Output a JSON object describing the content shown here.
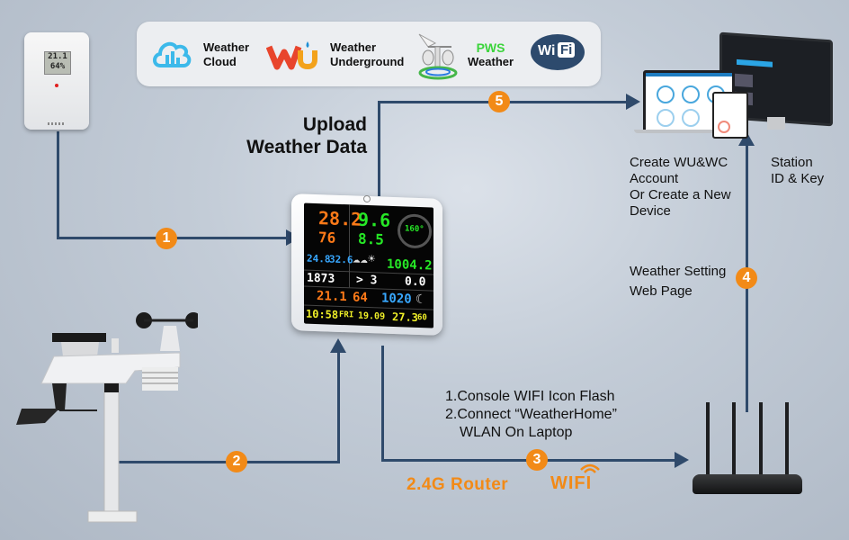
{
  "services": [
    {
      "name": "Weather Cloud",
      "line1": "Weather",
      "line2": "Cloud",
      "icon": "weather-cloud-logo"
    },
    {
      "name": "Weather Underground",
      "line1": "Weather",
      "line2": "Underground",
      "icon": "wu-logo"
    },
    {
      "name": "PWS Weather",
      "line1": "PWS",
      "line2": "Weather",
      "icon": "pws-anemometer-logo"
    },
    {
      "name": "WiFi",
      "logo_text_left": "Wi",
      "logo_text_right": "Fi",
      "icon": "wifi-logo"
    }
  ],
  "colors": {
    "flow_line": "#2f4a6b",
    "step_badge": "#f28a17",
    "pws_green": "#3bd43b",
    "accent_orange": "#f28a17"
  },
  "upload_label": {
    "line1": "Upload",
    "line2": "Weather Data"
  },
  "steps": [
    "1",
    "2",
    "3",
    "4",
    "5"
  ],
  "step3_notes": {
    "line1": "1.Console WIFI Icon Flash",
    "line2": "2.Connect “WeatherHome”",
    "line3": "WLAN On Laptop"
  },
  "router_label": "2.4G Router",
  "wifi_word": "WIFI",
  "step4_label": {
    "line1": "Weather Setting",
    "line2": "Web Page"
  },
  "account_label": {
    "line1": "Create WU&WC",
    "line2": "Account",
    "line3": "Or Create a New",
    "line4": "Device"
  },
  "station_label": {
    "line1": "Station",
    "line2": "ID & Key"
  },
  "thermo_sensor": {
    "temp": "21.1",
    "humidity": "64%"
  },
  "console_display": {
    "outdoor_temp": "28.2",
    "outdoor_humidity": "76",
    "dew_point": "24.8",
    "feels_like": "32.6",
    "wind_speed": "9.6",
    "wind_average": "8.5",
    "wind_direction": "160°",
    "pressure": "1004.2",
    "light": "1873",
    "uv": "> 3",
    "rain": "0.0",
    "indoor_temp": "21.1",
    "indoor_humidity": "64",
    "indoor_pressure": "1020",
    "time": "10:58",
    "day": "FRI",
    "date": "19.09",
    "ch_temp": "27.3",
    "ch_humidity": "60"
  }
}
